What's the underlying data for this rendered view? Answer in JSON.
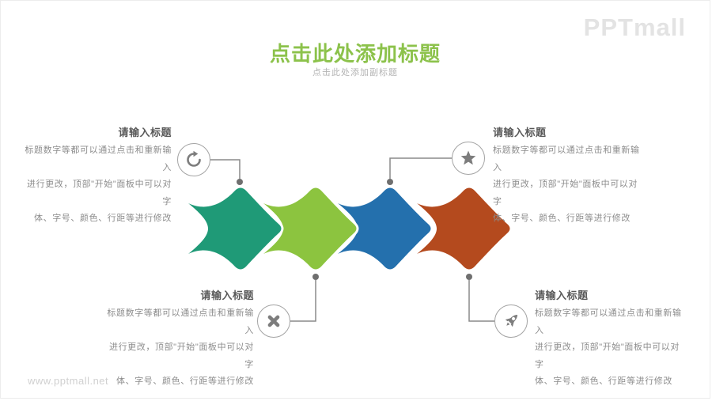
{
  "header": {
    "title": "点击此处添加标题",
    "subtitle": "点击此处添加副标题",
    "title_color": "#8cc24b",
    "subtitle_color": "#b3b3b3"
  },
  "branding": {
    "logo": "PPTmall",
    "watermark": "www.pptmall.net"
  },
  "blocks": [
    {
      "position": "top-left",
      "icon": "refresh-icon",
      "title": "请输入标题",
      "lines": [
        "标题数字等都可以通过点击和重新输入",
        "进行更改，顶部\"开始\"面板中可以对字",
        "体、字号、颜色、行距等进行修改"
      ]
    },
    {
      "position": "top-right",
      "icon": "star-icon",
      "title": "请输入标题",
      "lines": [
        "标题数字等都可以通过点击和重新输入",
        "进行更改，顶部\"开始\"面板中可以对字",
        "体、字号、颜色、行距等进行修改"
      ]
    },
    {
      "position": "bottom-left",
      "icon": "close-icon",
      "title": "请输入标题",
      "lines": [
        "标题数字等都可以通过点击和重新输入",
        "进行更改，顶部\"开始\"面板中可以对字",
        "体、字号、颜色、行距等进行修改"
      ]
    },
    {
      "position": "bottom-right",
      "icon": "rocket-icon",
      "title": "请输入标题",
      "lines": [
        "标题数字等都可以通过点击和重新输入",
        "进行更改，顶部\"开始\"面板中可以对字",
        "体、字号、颜色、行距等进行修改"
      ]
    }
  ],
  "arrows": [
    {
      "name": "step-1",
      "color": "#1f9a77"
    },
    {
      "name": "step-2",
      "color": "#8cc43f"
    },
    {
      "name": "step-3",
      "color": "#2470ad"
    },
    {
      "name": "step-4",
      "color": "#b44a1e"
    }
  ],
  "connector_color": "#8a8a8a",
  "icon_color": "#7d7d7d"
}
